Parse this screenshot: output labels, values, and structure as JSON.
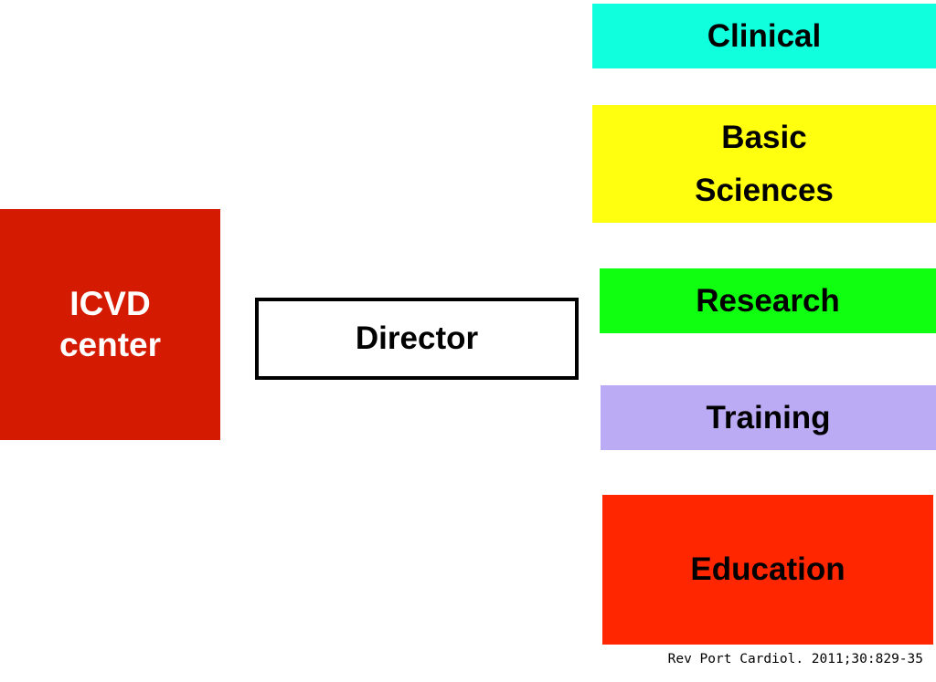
{
  "center": {
    "lines": [
      "ICVD",
      "center"
    ],
    "color": "#d41a00"
  },
  "director": {
    "label": "Director"
  },
  "departments": [
    {
      "lines": [
        "Clinical"
      ],
      "color": "#10ffdd"
    },
    {
      "lines": [
        "Basic",
        "Sciences"
      ],
      "color": "#ffff0f"
    },
    {
      "lines": [
        "Research"
      ],
      "color": "#10ff10"
    },
    {
      "lines": [
        "Training"
      ],
      "color": "#bbaaf4"
    },
    {
      "lines": [
        "Education"
      ],
      "color": "#ff2600"
    }
  ],
  "citation": "Rev Port Cardiol. 2011;30:829-35"
}
